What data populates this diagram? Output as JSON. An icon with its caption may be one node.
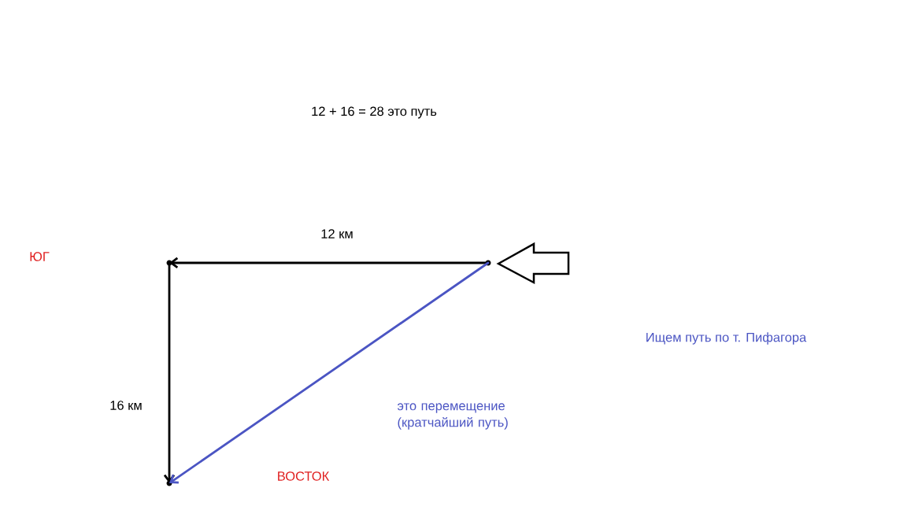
{
  "diagram": {
    "nodes": [
      {
        "text": [],
        "shape": "point"
      },
      {
        "text": [],
        "shape": "point"
      },
      {
        "text": [],
        "shape": "point"
      }
    ],
    "edges": [
      {
        "from": 1,
        "to": 0,
        "arrow": "to",
        "label": "12 км"
      },
      {
        "from": 0,
        "to": 2,
        "arrow": "to",
        "label": "16 км"
      },
      {
        "from": 1,
        "to": 2,
        "arrow": "to",
        "color": "#4b55c3"
      }
    ],
    "labels": [
      "12 + 16 = 28 это путь",
      "ЮГ",
      "Ищем путь по т. Пифагора",
      "это перемещение (кратчайший путь)",
      "ВОСТОК"
    ]
  }
}
